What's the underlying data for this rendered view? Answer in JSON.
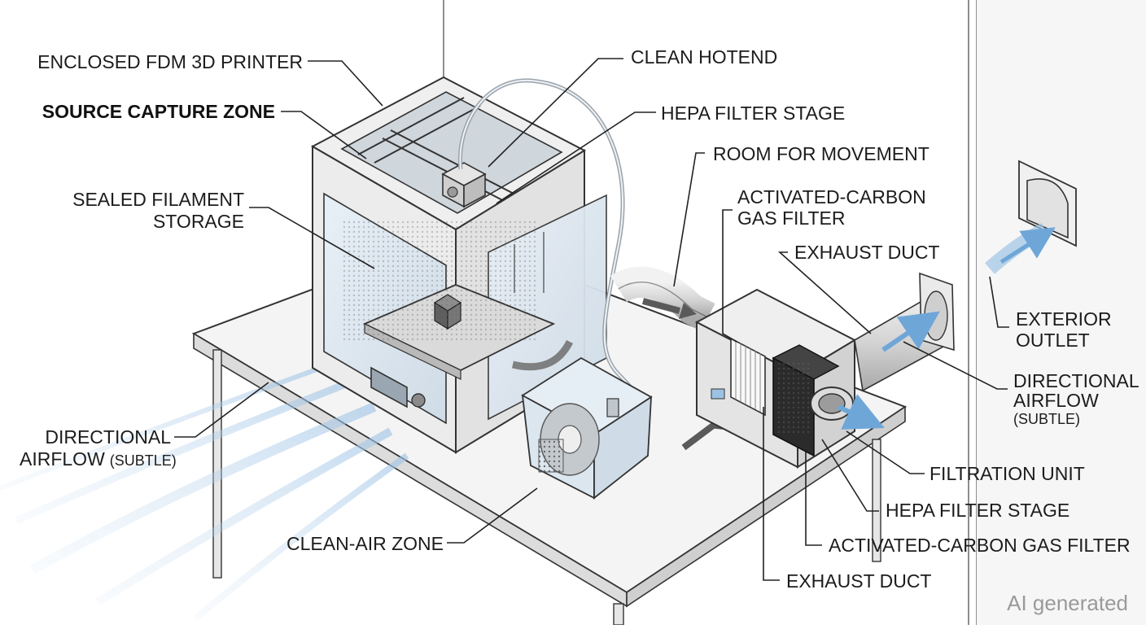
{
  "labels": {
    "enclosed_printer": "ENCLOSED FDM 3D PRINTER",
    "source_capture": "SOURCE CAPTURE ZONE",
    "sealed_storage_1": "SEALED FILAMENT",
    "sealed_storage_2": "STORAGE",
    "directional_left_1": "DIRECTIONAL",
    "directional_left_2": "AIRFLOW",
    "directional_left_3": "(SUBTLE)",
    "clean_air_zone": "CLEAN-AIR ZONE",
    "clean_hotend": "CLEAN HOTEND",
    "hepa_top": "HEPA FILTER STAGE",
    "room_movement": "ROOM FOR MOVEMENT",
    "carbon_top_1": "ACTIVATED-CARBON",
    "carbon_top_2": "GAS FILTER",
    "exhaust_top": "EXHAUST DUCT",
    "exterior_1": "EXTERIOR",
    "exterior_2": "OUTLET",
    "directional_right_1": "DIRECTIONAL",
    "directional_right_2": "AIRFLOW",
    "directional_right_3": "(SUBTLE)",
    "filtration_unit": "FILTRATION UNIT",
    "hepa_bottom": "HEPA FILTER STAGE",
    "carbon_bottom": "ACTIVATED-CARBON GAS FILTER",
    "exhaust_bottom": "EXHAUST DUCT"
  },
  "watermark": "AI generated",
  "colors": {
    "line": "#222222",
    "glass": "#dfe9f2",
    "airflow": "#9fc4e6",
    "carbon": "#2b2b2b",
    "arrow": "#555555"
  }
}
